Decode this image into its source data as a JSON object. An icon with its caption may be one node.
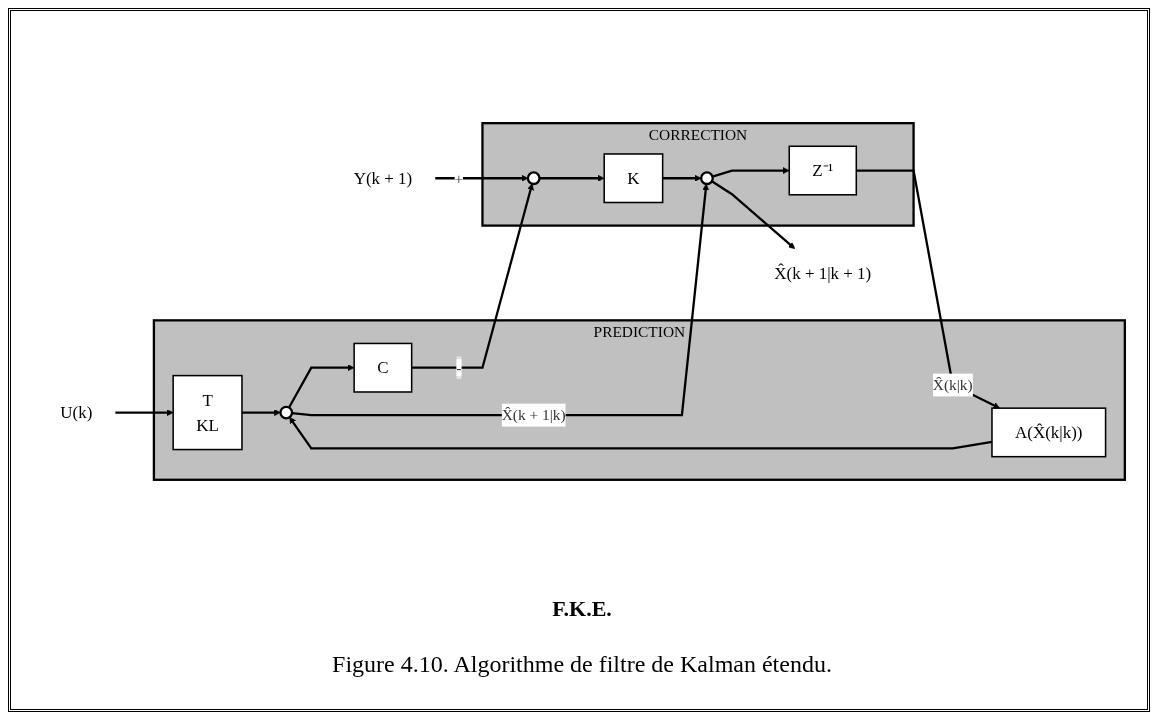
{
  "diagram": {
    "caption": "Figure 4.10. Algorithme de filtre de Kalman étendu.",
    "nodes": [
      {
        "text": [
          "PREDICTION"
        ]
      },
      {
        "text": [
          "CORRECTION"
        ]
      },
      {
        "text": [
          "U(k)"
        ]
      },
      {
        "text": [
          "T",
          "KL"
        ],
        "in": 0
      },
      {
        "text": [],
        "shape": "circle",
        "in": 0
      },
      {
        "text": [
          "C"
        ],
        "in": 0
      },
      {
        "text": [
          "A(X̂(k|k))"
        ],
        "in": 0
      },
      {
        "text": [],
        "shape": "circle",
        "in": 1
      },
      {
        "text": [
          "K"
        ],
        "in": 1
      },
      {
        "text": [],
        "shape": "circle",
        "in": 1
      },
      {
        "text": [
          "Z⁻¹"
        ],
        "in": 1
      },
      {
        "text": [
          "Y(k + 1)"
        ]
      },
      {
        "text": [
          "X̂(k + 1|k + 1)"
        ]
      }
    ],
    "edges": [
      {
        "from": 2,
        "to": 3,
        "arrow": "to"
      },
      {
        "from": 3,
        "to": 4,
        "arrow": "to"
      },
      {
        "from": 6,
        "to": 4,
        "arrow": "to"
      },
      {
        "from": 4,
        "to": 5,
        "arrow": "to"
      },
      {
        "from": 4,
        "to": 9,
        "arrow": "to",
        "label": "X̂(k + 1|k)"
      },
      {
        "from": 5,
        "to": 7,
        "arrow": "to",
        "label": "-"
      },
      {
        "from": 11,
        "to": 7,
        "arrow": "to",
        "label": "+"
      },
      {
        "from": 7,
        "to": 8,
        "arrow": "to"
      },
      {
        "from": 8,
        "to": 9,
        "arrow": "to"
      },
      {
        "from": 9,
        "to": 12,
        "arrow": "to"
      },
      {
        "from": 9,
        "to": 10,
        "arrow": "to"
      },
      {
        "from": 10,
        "to": 6,
        "arrow": "to",
        "label": "X̂(k|k)"
      }
    ],
    "labels": [
      "F.K.E."
    ]
  }
}
